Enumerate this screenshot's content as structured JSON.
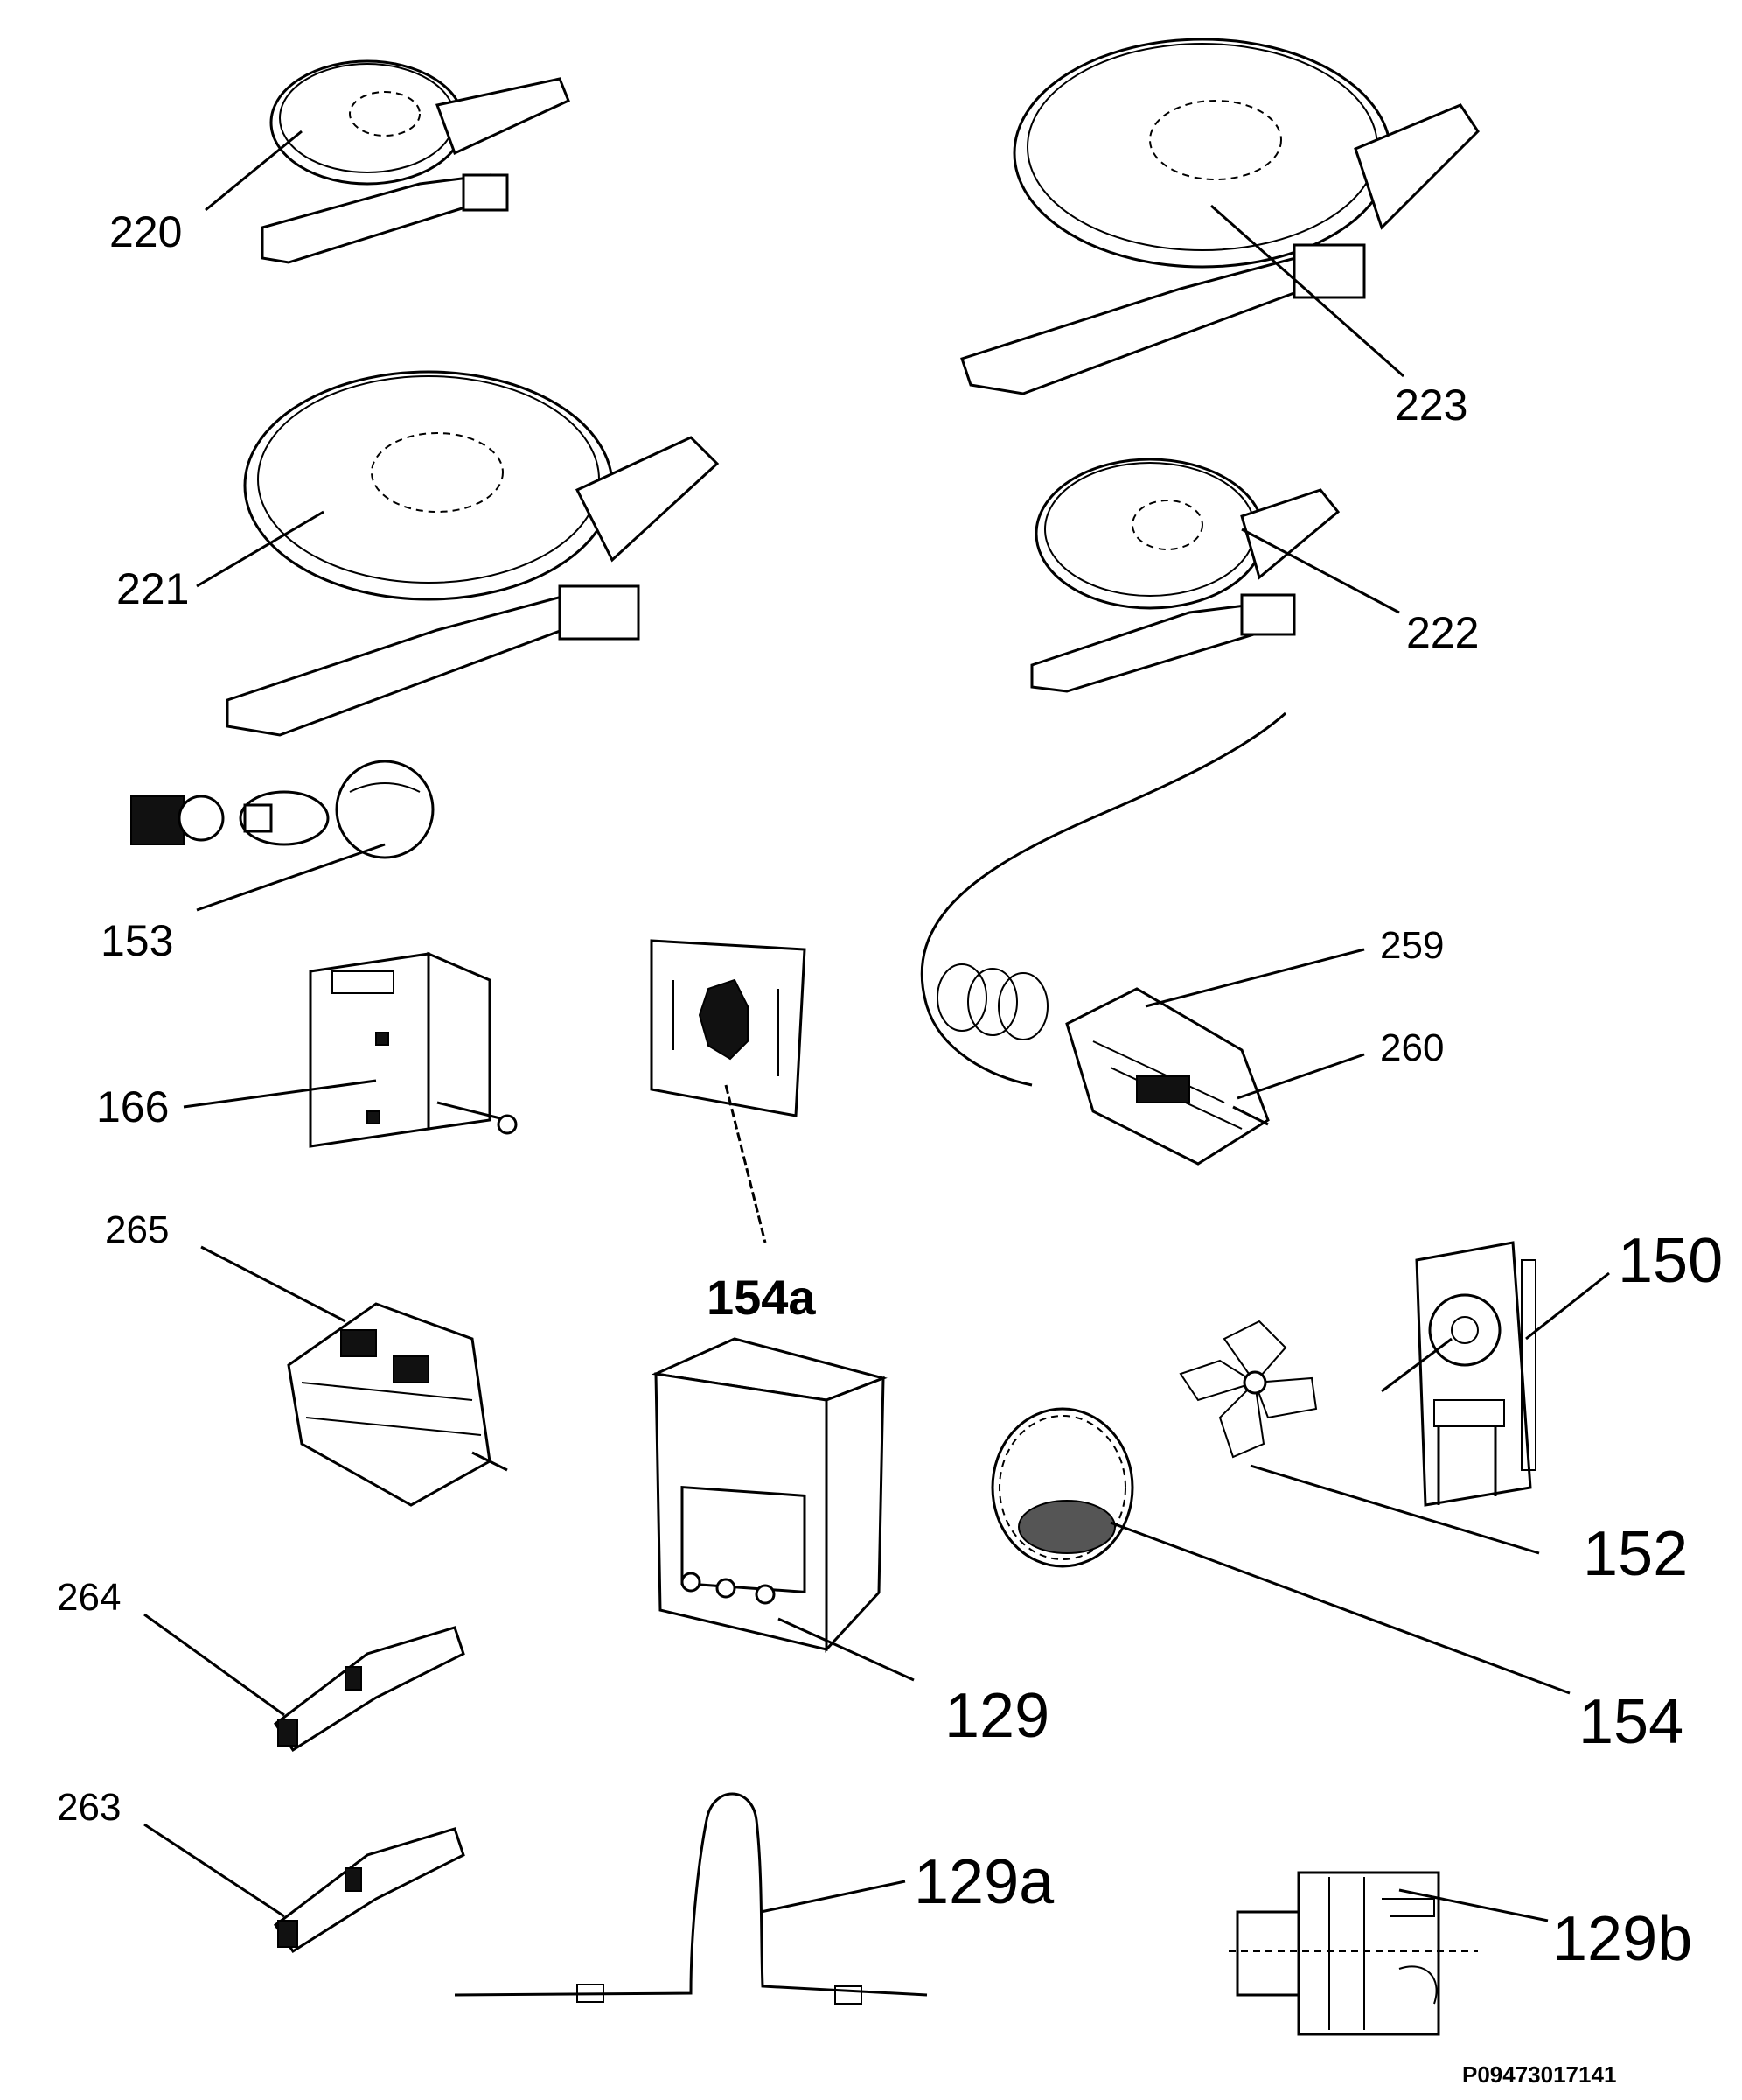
{
  "parts": [
    {
      "id": "hotplate-small-220",
      "label": "220"
    },
    {
      "id": "hotplate-large-223",
      "label": "223"
    },
    {
      "id": "hotplate-large-221",
      "label": "221"
    },
    {
      "id": "hotplate-small-222",
      "label": "222"
    },
    {
      "id": "lamp-153",
      "label": "153"
    },
    {
      "id": "capillary-259",
      "label": "259"
    },
    {
      "id": "thermostat-260",
      "label": "260"
    },
    {
      "id": "relay-166",
      "label": "166"
    },
    {
      "id": "sticker-154a",
      "label": "154a"
    },
    {
      "id": "selector-switch-265",
      "label": "265"
    },
    {
      "id": "fan-motor-150",
      "label": "150"
    },
    {
      "id": "fan-blade-152",
      "label": "152"
    },
    {
      "id": "fan-grille-154",
      "label": "154"
    },
    {
      "id": "timer-129",
      "label": "129"
    },
    {
      "id": "switch-264",
      "label": "264"
    },
    {
      "id": "switch-263",
      "label": "263"
    },
    {
      "id": "sensor-129a",
      "label": "129a"
    },
    {
      "id": "thermostat-129b",
      "label": "129b"
    }
  ],
  "footer": {
    "code": "P09473017141"
  }
}
